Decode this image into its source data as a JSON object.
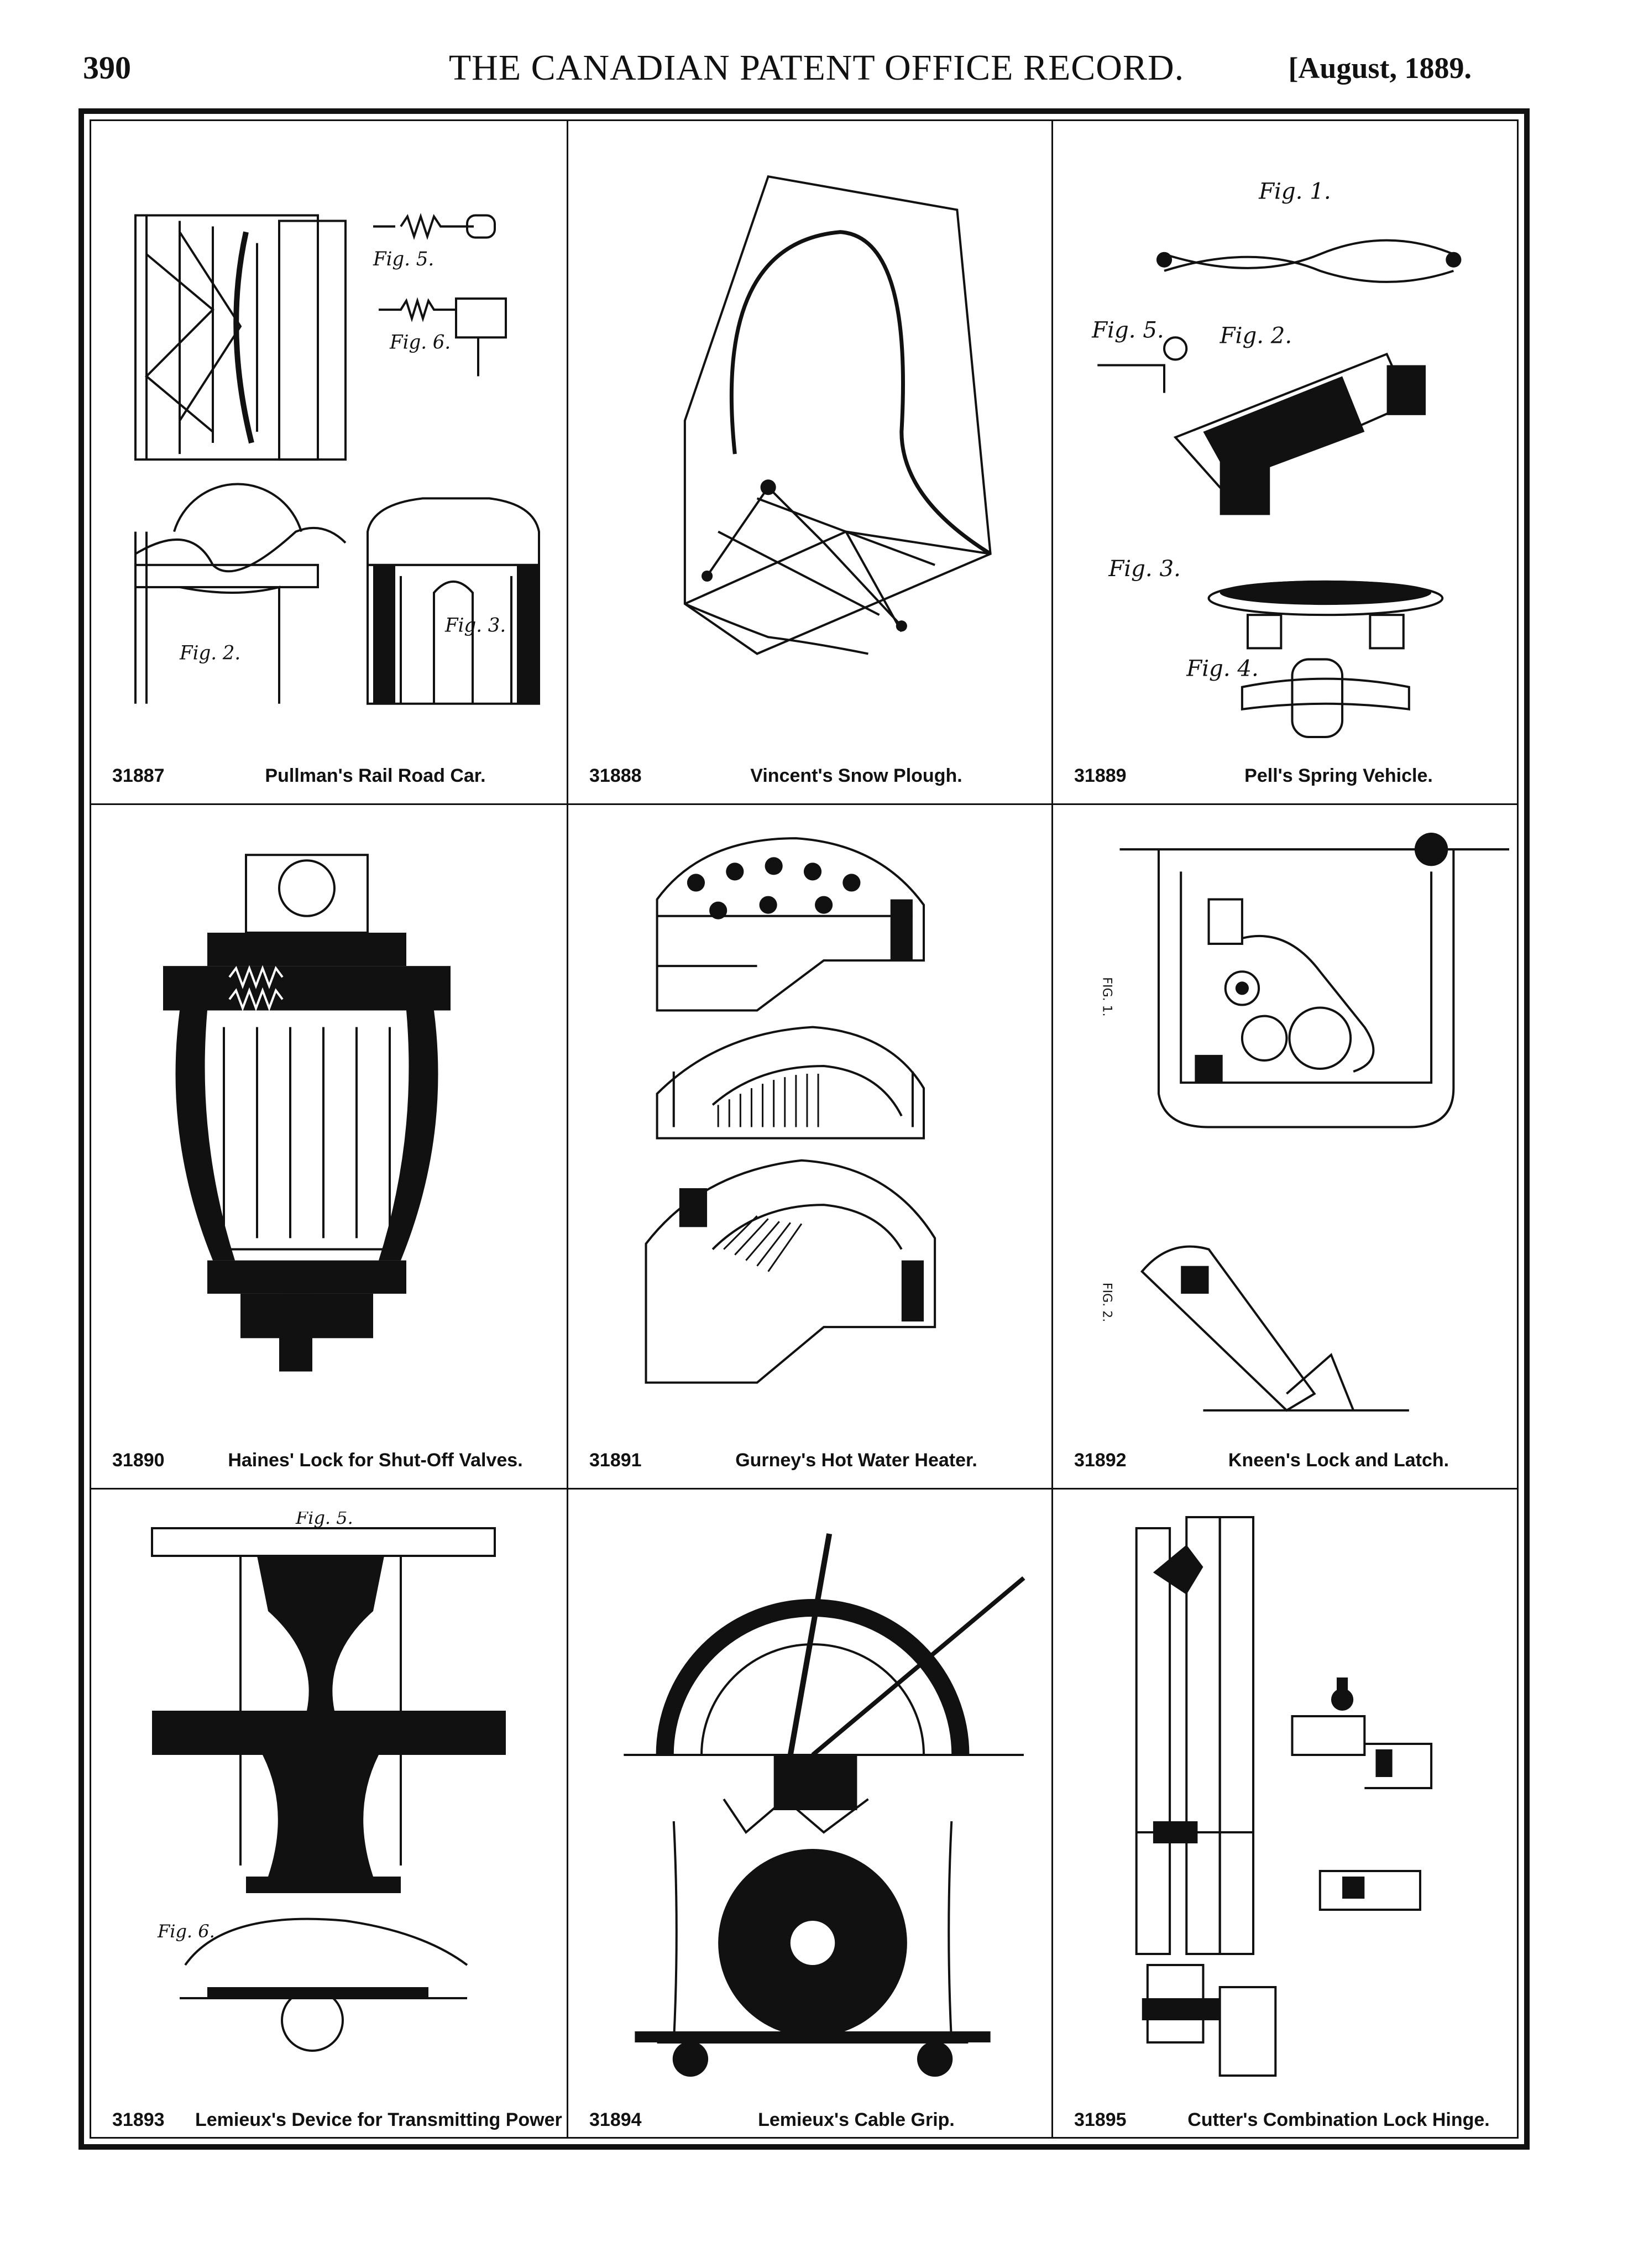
{
  "header": {
    "page_number": "390",
    "title": "THE CANADIAN PATENT OFFICE RECORD.",
    "date": "[August, 1889."
  },
  "patents": [
    {
      "number": "31887",
      "title": "Pullman's Rail Road Car.",
      "figure_labels": [
        "Fig. 2.",
        "Fig. 3.",
        "Fig. 5.",
        "Fig. 6."
      ]
    },
    {
      "number": "31888",
      "title": "Vincent's Snow Plough.",
      "figure_labels": []
    },
    {
      "number": "31889",
      "title": "Pell's Spring Vehicle.",
      "figure_labels": [
        "Fig. 1.",
        "Fig. 2.",
        "Fig. 3.",
        "Fig. 4.",
        "Fig. 5."
      ]
    },
    {
      "number": "31890",
      "title": "Haines' Lock for Shut-Off Valves.",
      "figure_labels": []
    },
    {
      "number": "31891",
      "title": "Gurney's Hot Water Heater.",
      "figure_labels": []
    },
    {
      "number": "31892",
      "title": "Kneen's Lock and Latch.",
      "figure_labels": [
        "FIG. 1.",
        "FIG. 2."
      ]
    },
    {
      "number": "31893",
      "title": "Lemieux's Device for Transmitting Power",
      "figure_labels": [
        "Fig. 5.",
        "Fig. 6."
      ]
    },
    {
      "number": "31894",
      "title": "Lemieux's Cable Grip.",
      "figure_labels": []
    },
    {
      "number": "31895",
      "title": "Cutter's Combination Lock Hinge.",
      "figure_labels": []
    }
  ]
}
